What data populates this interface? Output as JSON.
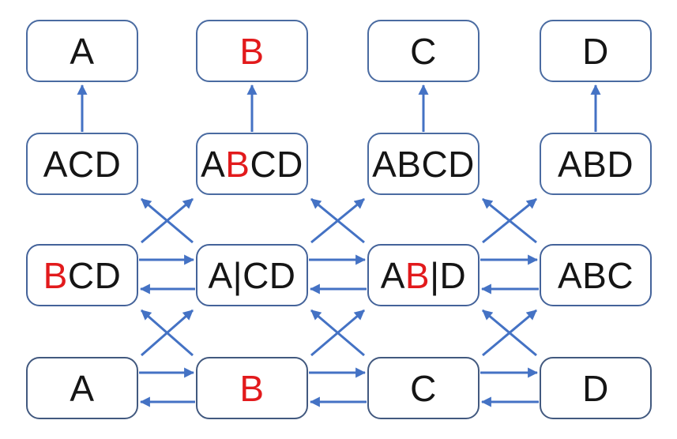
{
  "diagram": {
    "background": "#ffffff",
    "colors": {
      "arrow": "#4472c4",
      "text": "#151515",
      "red": "#e21a1c",
      "row_borders": [
        "#4a6ba1",
        "#4a6ba1",
        "#44639a",
        "#42597f"
      ]
    },
    "nodes": [
      {
        "name": "node-top-a",
        "row": 0,
        "col": 0,
        "segments": [
          {
            "text": "A",
            "color": "default"
          }
        ]
      },
      {
        "name": "node-top-b",
        "row": 0,
        "col": 1,
        "segments": [
          {
            "text": "B",
            "color": "red"
          }
        ]
      },
      {
        "name": "node-top-c",
        "row": 0,
        "col": 2,
        "segments": [
          {
            "text": "C",
            "color": "default"
          }
        ]
      },
      {
        "name": "node-top-d",
        "row": 0,
        "col": 3,
        "segments": [
          {
            "text": "D",
            "color": "default"
          }
        ]
      },
      {
        "name": "node-acd",
        "row": 1,
        "col": 0,
        "segments": [
          {
            "text": "ACD",
            "color": "default"
          }
        ]
      },
      {
        "name": "node-abcd-left",
        "row": 1,
        "col": 1,
        "segments": [
          {
            "text": "A",
            "color": "default"
          },
          {
            "text": "B",
            "color": "red"
          },
          {
            "text": "CD",
            "color": "default"
          }
        ]
      },
      {
        "name": "node-abcd-right",
        "row": 1,
        "col": 2,
        "segments": [
          {
            "text": "ABCD",
            "color": "default"
          }
        ]
      },
      {
        "name": "node-abd",
        "row": 1,
        "col": 3,
        "segments": [
          {
            "text": "ABD",
            "color": "default"
          }
        ]
      },
      {
        "name": "node-bcd",
        "row": 2,
        "col": 0,
        "segments": [
          {
            "text": "B",
            "color": "red"
          },
          {
            "text": "CD",
            "color": "default"
          }
        ]
      },
      {
        "name": "node-a-cd",
        "row": 2,
        "col": 1,
        "segments": [
          {
            "text": "A|CD",
            "color": "default"
          }
        ]
      },
      {
        "name": "node-ab-d",
        "row": 2,
        "col": 2,
        "segments": [
          {
            "text": "A",
            "color": "default"
          },
          {
            "text": "B",
            "color": "red"
          },
          {
            "text": "|D",
            "color": "default"
          }
        ]
      },
      {
        "name": "node-abc",
        "row": 2,
        "col": 3,
        "segments": [
          {
            "text": "ABC",
            "color": "default"
          }
        ]
      },
      {
        "name": "node-bottom-a",
        "row": 3,
        "col": 0,
        "segments": [
          {
            "text": "A",
            "color": "default"
          }
        ]
      },
      {
        "name": "node-bottom-b",
        "row": 3,
        "col": 1,
        "segments": [
          {
            "text": "B",
            "color": "red"
          }
        ]
      },
      {
        "name": "node-bottom-c",
        "row": 3,
        "col": 2,
        "segments": [
          {
            "text": "C",
            "color": "default"
          }
        ]
      },
      {
        "name": "node-bottom-d",
        "row": 3,
        "col": 3,
        "segments": [
          {
            "text": "D",
            "color": "default"
          }
        ]
      }
    ],
    "arrows": [
      {
        "kind": "up",
        "from": [
          1,
          0
        ],
        "to": [
          0,
          0
        ]
      },
      {
        "kind": "up",
        "from": [
          1,
          1
        ],
        "to": [
          0,
          1
        ]
      },
      {
        "kind": "up",
        "from": [
          1,
          2
        ],
        "to": [
          0,
          2
        ]
      },
      {
        "kind": "up",
        "from": [
          1,
          3
        ],
        "to": [
          0,
          3
        ]
      },
      {
        "kind": "diag",
        "from": [
          2,
          0
        ],
        "to": [
          1,
          1
        ]
      },
      {
        "kind": "diag",
        "from": [
          2,
          1
        ],
        "to": [
          1,
          0
        ]
      },
      {
        "kind": "diag",
        "from": [
          2,
          1
        ],
        "to": [
          1,
          2
        ]
      },
      {
        "kind": "diag",
        "from": [
          2,
          2
        ],
        "to": [
          1,
          1
        ]
      },
      {
        "kind": "diag",
        "from": [
          2,
          2
        ],
        "to": [
          1,
          3
        ]
      },
      {
        "kind": "diag",
        "from": [
          2,
          3
        ],
        "to": [
          1,
          2
        ]
      },
      {
        "kind": "diag",
        "from": [
          3,
          0
        ],
        "to": [
          2,
          1
        ]
      },
      {
        "kind": "diag",
        "from": [
          3,
          1
        ],
        "to": [
          2,
          0
        ]
      },
      {
        "kind": "diag",
        "from": [
          3,
          1
        ],
        "to": [
          2,
          2
        ]
      },
      {
        "kind": "diag",
        "from": [
          3,
          2
        ],
        "to": [
          2,
          1
        ]
      },
      {
        "kind": "diag",
        "from": [
          3,
          2
        ],
        "to": [
          2,
          3
        ]
      },
      {
        "kind": "diag",
        "from": [
          3,
          3
        ],
        "to": [
          2,
          2
        ]
      },
      {
        "kind": "h",
        "from": [
          2,
          0
        ],
        "to": [
          2,
          1
        ]
      },
      {
        "kind": "h",
        "from": [
          2,
          1
        ],
        "to": [
          2,
          0
        ]
      },
      {
        "kind": "h",
        "from": [
          2,
          1
        ],
        "to": [
          2,
          2
        ]
      },
      {
        "kind": "h",
        "from": [
          2,
          2
        ],
        "to": [
          2,
          1
        ]
      },
      {
        "kind": "h",
        "from": [
          2,
          2
        ],
        "to": [
          2,
          3
        ]
      },
      {
        "kind": "h",
        "from": [
          2,
          3
        ],
        "to": [
          2,
          2
        ]
      },
      {
        "kind": "h",
        "from": [
          3,
          0
        ],
        "to": [
          3,
          1
        ]
      },
      {
        "kind": "h",
        "from": [
          3,
          1
        ],
        "to": [
          3,
          0
        ]
      },
      {
        "kind": "h",
        "from": [
          3,
          1
        ],
        "to": [
          3,
          2
        ]
      },
      {
        "kind": "h",
        "from": [
          3,
          2
        ],
        "to": [
          3,
          1
        ]
      },
      {
        "kind": "h",
        "from": [
          3,
          2
        ],
        "to": [
          3,
          3
        ]
      },
      {
        "kind": "h",
        "from": [
          3,
          3
        ],
        "to": [
          3,
          2
        ]
      }
    ]
  }
}
